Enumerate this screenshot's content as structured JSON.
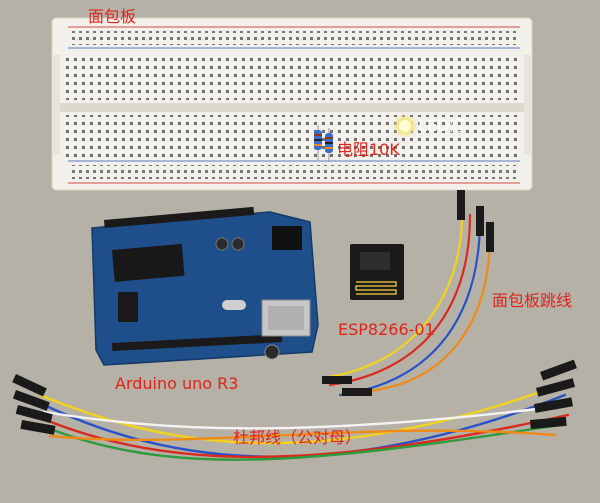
{
  "labels": {
    "breadboard": "面包板",
    "led": "LED灯",
    "resistor": "电阻10K",
    "esp_module": "ESP8266-01",
    "breadboard_jumpers": "面包板跳线",
    "arduino": "Arduino uno R3",
    "dupont_wires": "杜邦线（公对母）"
  },
  "colors": {
    "label_red": "#e2231a",
    "label_white": "#ffffff",
    "background": "#b6b1a7",
    "breadboard": "#f2f0ea",
    "arduino_board": "#1f4f8a",
    "esp_board": "#1a1a1a",
    "wire_yellow": "#f2d21b",
    "wire_orange": "#ee8a18",
    "wire_red": "#d82a1f",
    "wire_blue": "#2a52c8",
    "wire_white": "#f4f4f4",
    "wire_green": "#2f9a3e"
  }
}
